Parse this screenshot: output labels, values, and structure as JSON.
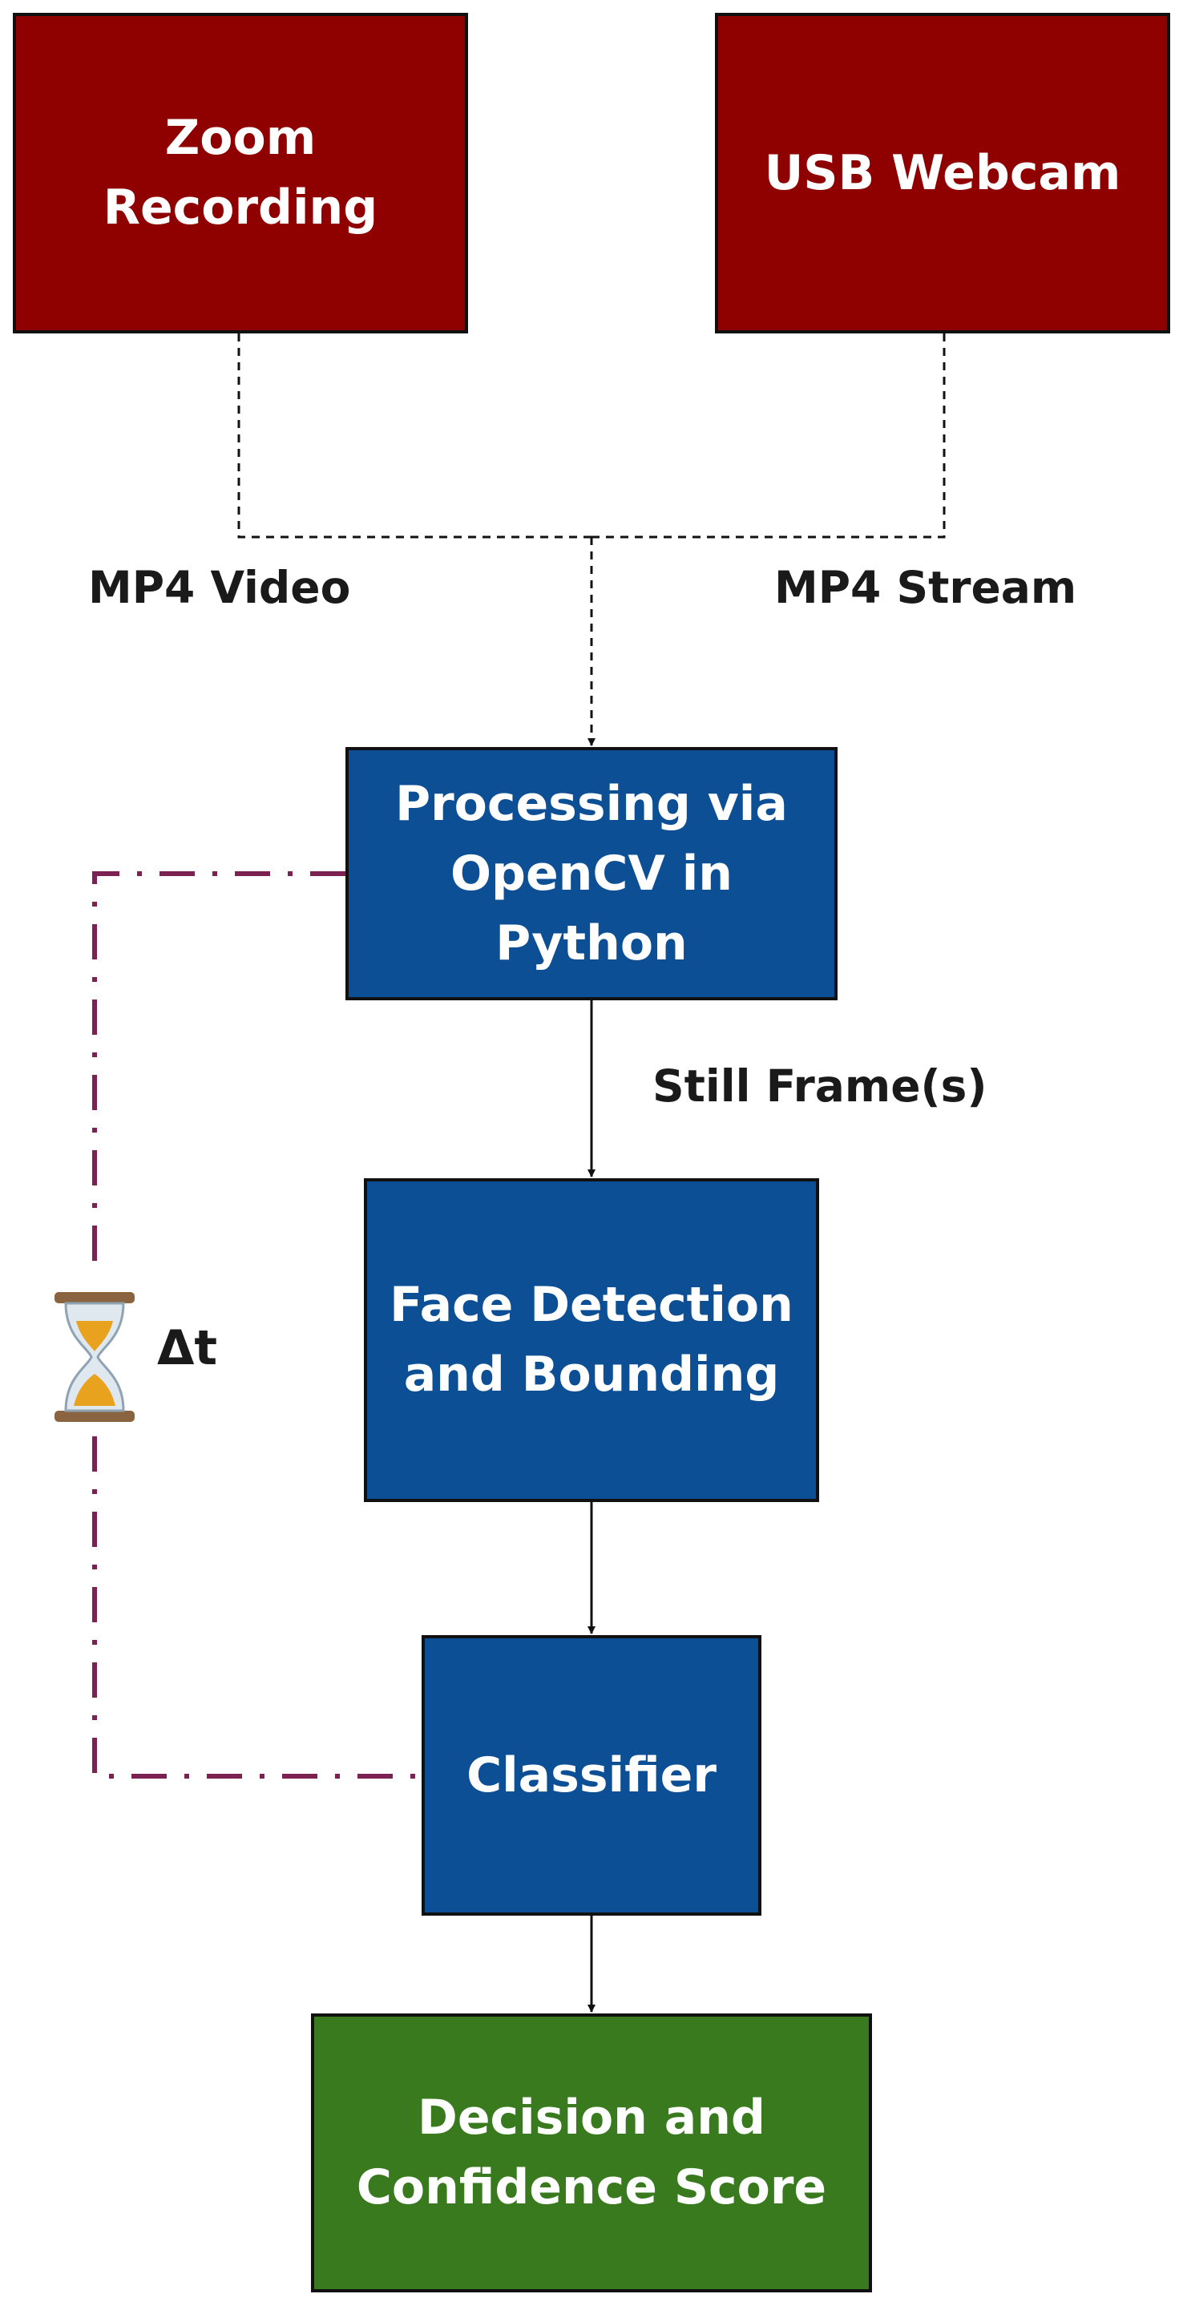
{
  "nodes": {
    "zoom": {
      "label": "Zoom\nRecording",
      "color": "#8f0000"
    },
    "webcam": {
      "label": "USB Webcam",
      "color": "#8f0000"
    },
    "processing": {
      "label": "Processing via\nOpenCV in\nPython",
      "color": "#0d4f94"
    },
    "face": {
      "label": "Face Detection\nand Bounding",
      "color": "#0d4f94"
    },
    "classifier": {
      "label": "Classifier",
      "color": "#0d4f94"
    },
    "decision": {
      "label": "Decision and\nConfidence Score",
      "color": "#397a1f"
    }
  },
  "edge_labels": {
    "mp4_video": "MP4 Video",
    "mp4_stream": "MP4 Stream",
    "still_frames": "Still Frame(s)",
    "delta_t": "Δt"
  },
  "icons": {
    "timer": "hourglass-icon"
  },
  "colors": {
    "loop_line": "#7b2252",
    "line": "#111111"
  }
}
